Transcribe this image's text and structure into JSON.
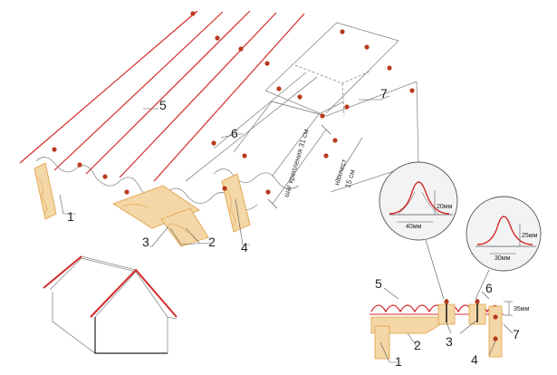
{
  "diagram": {
    "callouts": {
      "c1": "1",
      "c2": "2",
      "c3": "3",
      "c4": "4",
      "c5": "5",
      "c6": "6",
      "c7": "7"
    },
    "section_callouts": {
      "c1": "1",
      "c2": "2",
      "c3": "3",
      "c4": "4",
      "c5": "5",
      "c6": "6",
      "c7": "7"
    },
    "annotations": {
      "fastening_step": "шаг крепления 31 см",
      "overlap_line1": "нахлест",
      "overlap_line2": "15 см"
    },
    "detail_left": {
      "height": "20мм",
      "width": "40мм"
    },
    "detail_right": {
      "height": "25мм",
      "width": "30мм"
    },
    "section_height": "35мм"
  },
  "colors": {
    "roof_red": "#d42a2a",
    "screw_red": "#b83a1e",
    "wood": "#e2a14a",
    "line": "#555555"
  }
}
